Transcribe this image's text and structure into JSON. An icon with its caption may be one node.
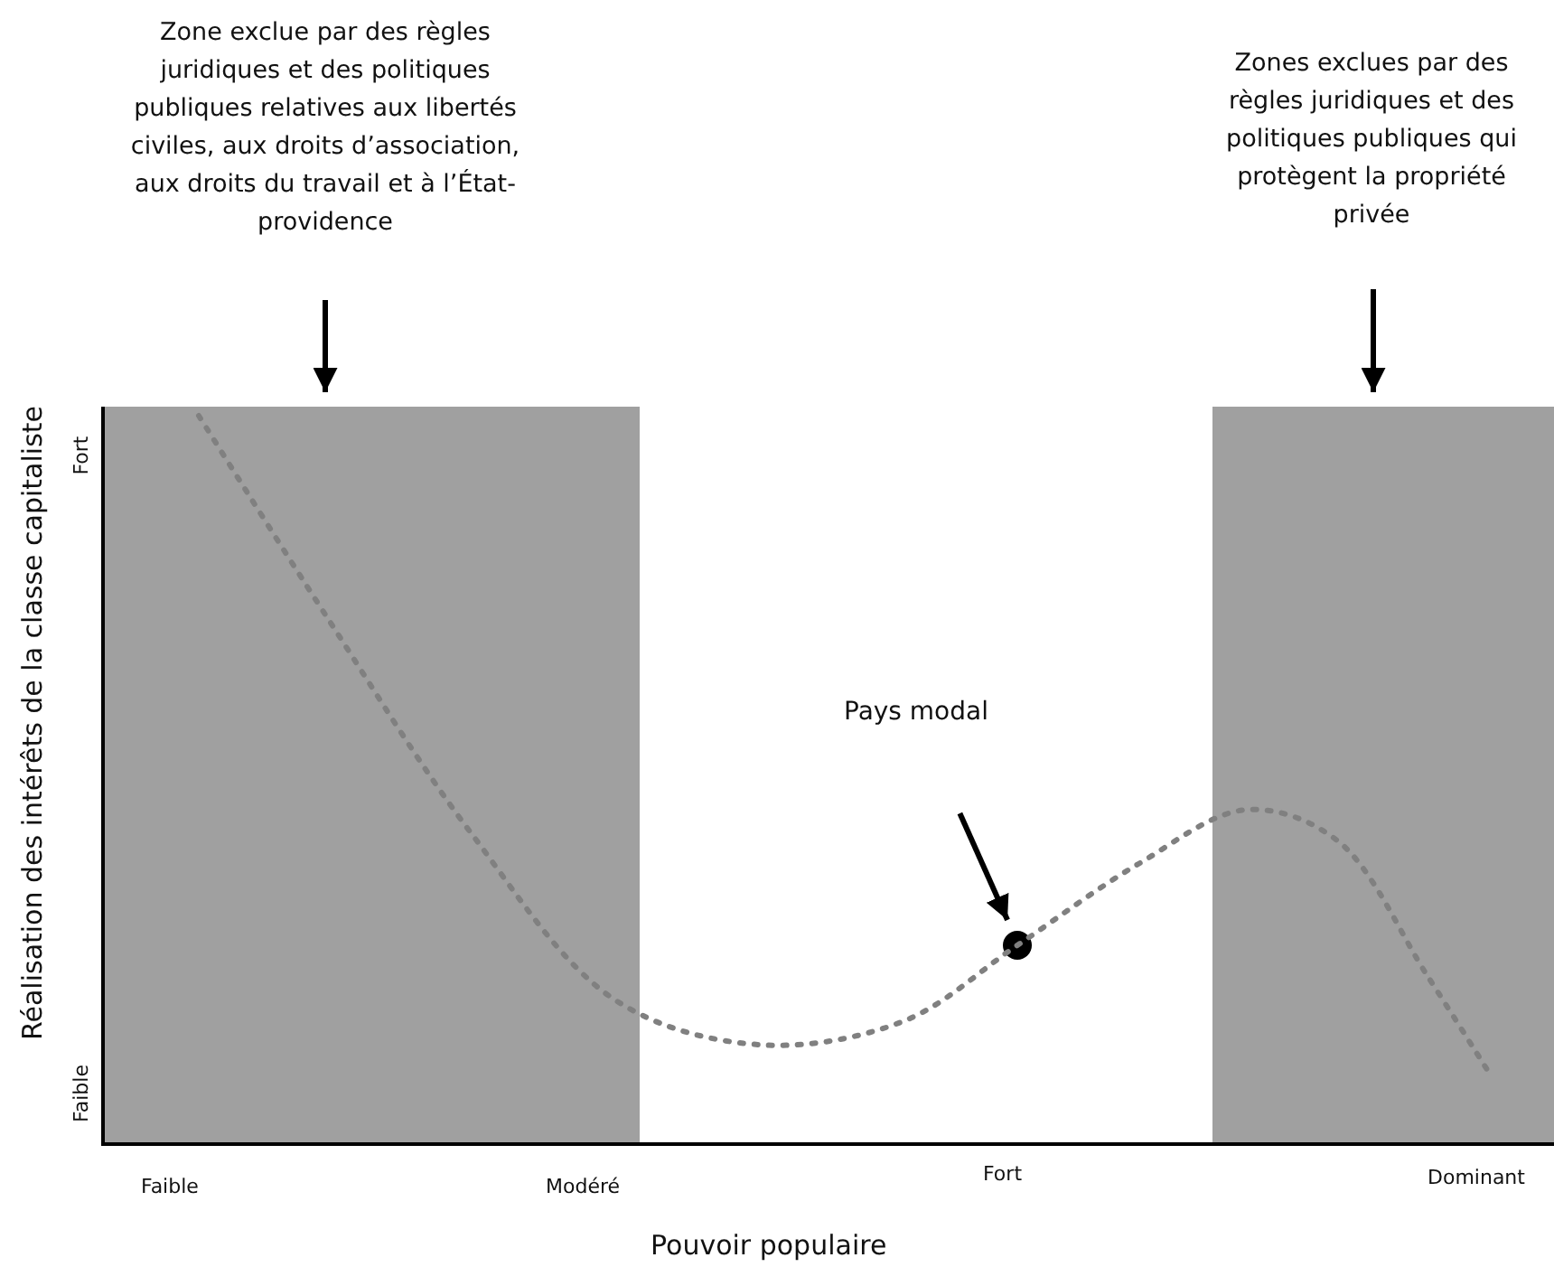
{
  "diagram": {
    "nodes": [
      {
        "text": [
          "Zone exclue par des règles juridiques et des politiques publiques relatives aux libertés civiles, aux droits d’association, aux droits du travail et à l’État-providence"
        ]
      },
      {
        "text": [
          "Zones exclues par des règles juridiques et des politiques publiques qui protègent la propriété privée"
        ]
      },
      {
        "text": [],
        "shape": "box"
      },
      {
        "text": [],
        "shape": "box"
      },
      {
        "text": [
          "Pays modal"
        ]
      },
      {
        "text": [],
        "shape": "circle"
      }
    ],
    "edges": [
      {
        "from": 0,
        "to": 2,
        "arrow": "to"
      },
      {
        "from": 1,
        "to": 3,
        "arrow": "to"
      },
      {
        "from": 4,
        "to": 5,
        "arrow": "to"
      }
    ],
    "labels": [
      "Réalisation des intérêts de la classe capitaliste",
      "Fort",
      "Faible",
      "Faible",
      "Modéré",
      "Fort",
      "Dominant",
      "Pouvoir populaire"
    ]
  }
}
